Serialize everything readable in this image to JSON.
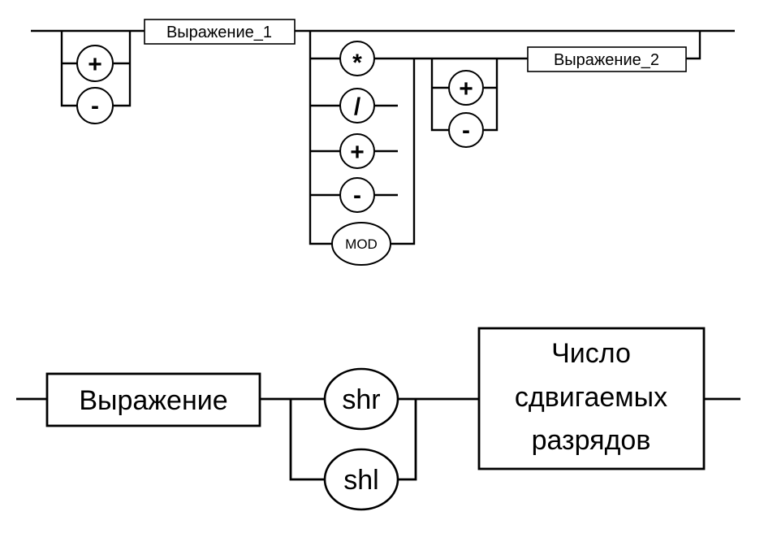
{
  "diagram1": {
    "expr1_label": "Выражение_1",
    "expr2_label": "Выражение_2",
    "sign_plus": "+",
    "sign_minus": "-",
    "op_mul": "*",
    "op_div": "/",
    "op_plus": "+",
    "op_minus": "-",
    "op_mod": "MOD"
  },
  "diagram2": {
    "expr_label": "Выражение",
    "op_shr": "shr",
    "op_shl": "shl",
    "count_line1": "Число",
    "count_line2": "сдвигаемых",
    "count_line3": "разрядов"
  }
}
